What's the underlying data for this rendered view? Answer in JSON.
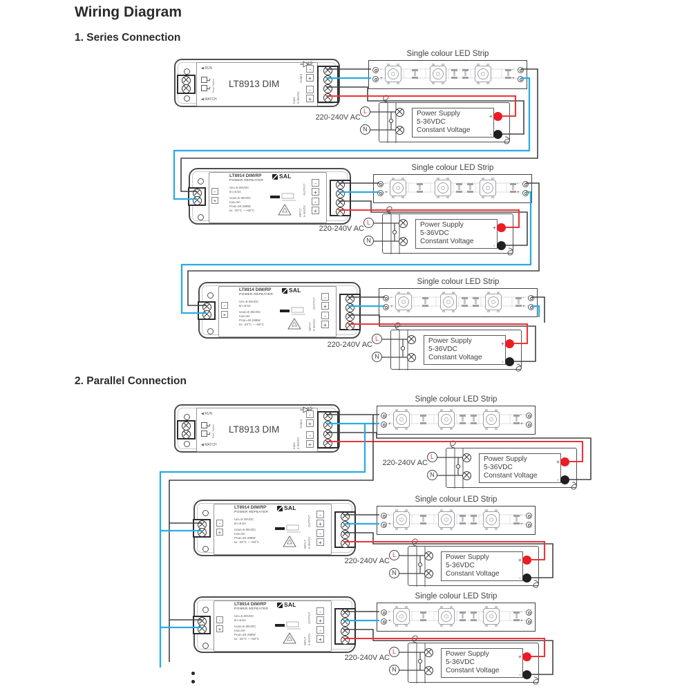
{
  "page": {
    "title": "Wiring Diagram"
  },
  "sections": {
    "series": {
      "heading": "1. Series Connection"
    },
    "parallel": {
      "heading": "2. Parallel Connection"
    }
  },
  "lt8913": {
    "model": "LT8913 DIM",
    "run_label": "◀ RUN",
    "match_label": "◀ MATCH",
    "push_label": "Push Switch",
    "output_label": "Output",
    "input_label": "Input",
    "input_voltage": "5-36VDC",
    "minus": "-",
    "plus": "+"
  },
  "lt8914": {
    "model": "LT8914 DIM/RP",
    "subtitle": "POWER REPEATER",
    "brand": "SAL",
    "specs": [
      "Uin=5-36VDC",
      "Iin=8.5A",
      "Uout=5-36VDC",
      "Iout=8A",
      "Pout=40-288W",
      "ta: -20°C ~ +50°C"
    ],
    "output_label": "OUTPUT",
    "input_label": "INPUT",
    "input_voltage": "5-36VDC",
    "minus": "-",
    "plus": "+"
  },
  "led_strip": {
    "label": "Single colour LED Strip",
    "minus": "-",
    "plus": "+"
  },
  "psu": {
    "line1": "Power Supply",
    "line2": "5-36VDC",
    "line3": "Constant Voltage",
    "live": "L",
    "neutral": "N",
    "plus": "+",
    "minus": "-",
    "ac_label": "220-240V AC"
  },
  "colors": {
    "wire_black": "#414042",
    "wire_blue": "#29abe2",
    "wire_red": "#ed3237",
    "dot_red": "#ec1c24",
    "dot_black": "#231f20",
    "outline": "#4d4d4f"
  }
}
